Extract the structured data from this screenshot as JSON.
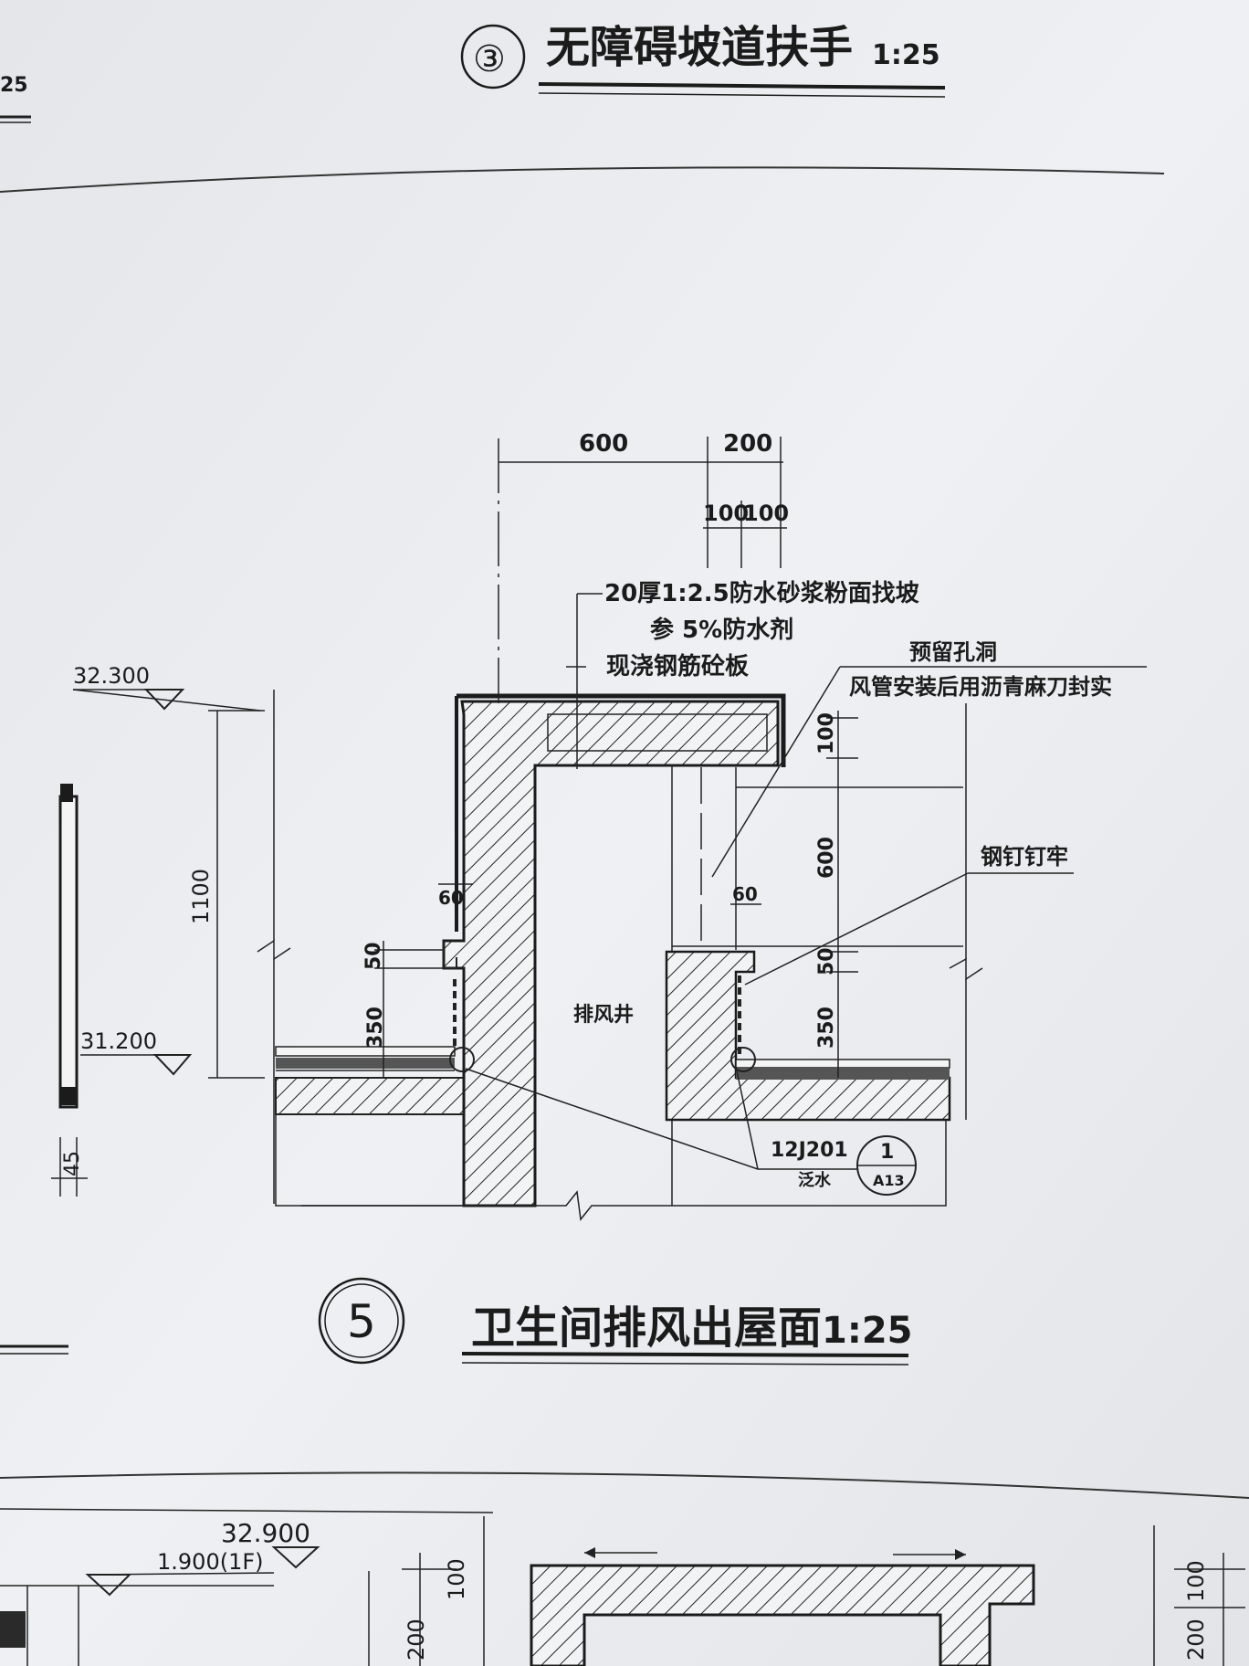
{
  "detail3": {
    "number": "③",
    "title": "无障碍坡道扶手",
    "scale": "1:25",
    "edge_fragment": "25"
  },
  "detail5": {
    "number": "5",
    "title": "卫生间排风出屋面",
    "scale": "1:25"
  },
  "dimensions": {
    "top_600": "600",
    "top_200": "200",
    "top_100a": "100",
    "top_100b": "100",
    "h_1100": "1100",
    "h_350_left": "350",
    "h_50_left": "50",
    "h_60_left": "60",
    "h_60_right": "60",
    "h_100_right": "100",
    "h_600_right": "600",
    "h_50_right": "50",
    "h_350_right": "350",
    "w_45": "45"
  },
  "elevations": {
    "upper": "32.300",
    "lower": "31.200"
  },
  "notes": {
    "mortar_1": "20厚1:2.5防水砂浆粉面找坡",
    "mortar_2": "参 5%防水剂",
    "slab": "现浇钢筋砼板",
    "opening_1": "预留孔洞",
    "opening_2": "风管安装后用沥青麻刀封实",
    "nail": "钢钉钉牢",
    "shaft": "排风井",
    "ref_code": "12J201",
    "ref_sub": "泛水",
    "ref_index": "1",
    "ref_sheet": "A13"
  },
  "bottom_detail": {
    "elev_main": "32.900",
    "elev_1f": "1.900(1F)",
    "dim_100_left": "100",
    "dim_200_left": "200",
    "dim_100_right": "100",
    "dim_200_right": "200"
  }
}
